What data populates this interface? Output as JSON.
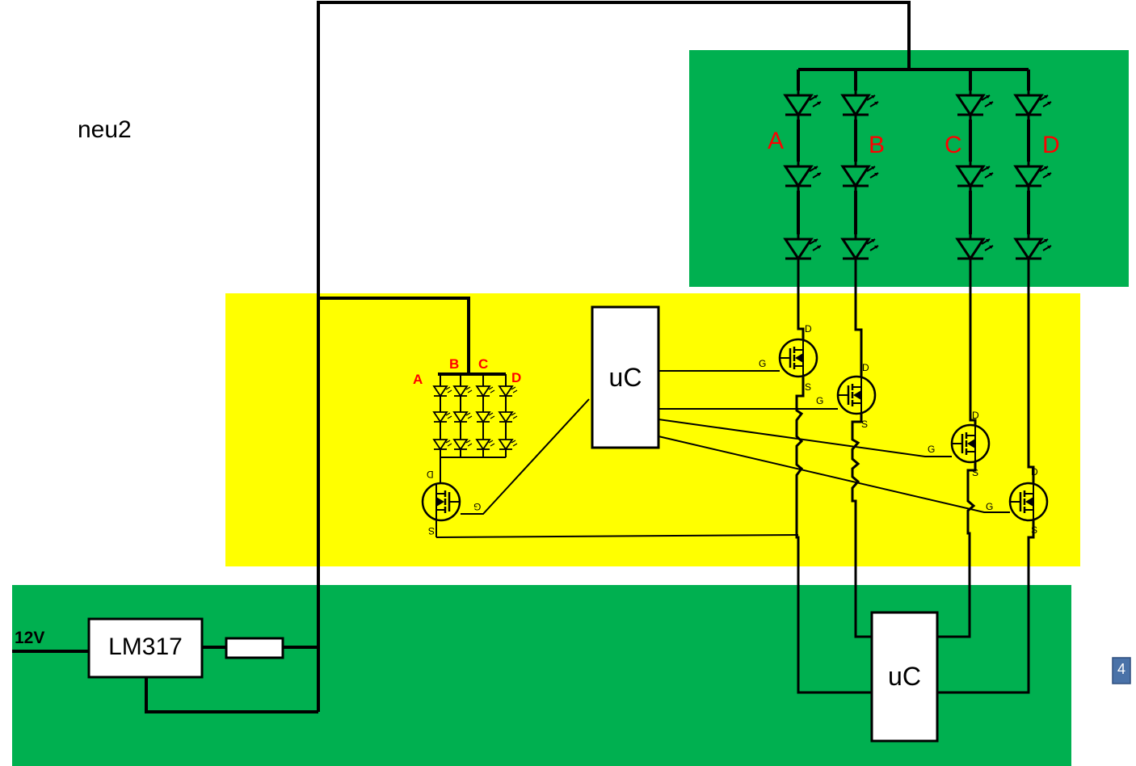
{
  "title": "neu2",
  "colors": {
    "green": "#00b050",
    "yellow": "#ffff00",
    "wire": "#000000",
    "label_red": "#ff0000",
    "badge": "#4a72a8"
  },
  "supply": {
    "input_label": "12V",
    "regulator_label": "LM317"
  },
  "big_led_strings": {
    "labels": [
      "A",
      "B",
      "C",
      "D"
    ]
  },
  "small_led_strings": {
    "labels": [
      "A",
      "B",
      "C",
      "D"
    ]
  },
  "controllers": {
    "upper_label": "uC",
    "lower_label": "uC"
  },
  "mosfet_pins": {
    "drain": "D",
    "gate": "G",
    "source": "S"
  },
  "page_badge": "4"
}
